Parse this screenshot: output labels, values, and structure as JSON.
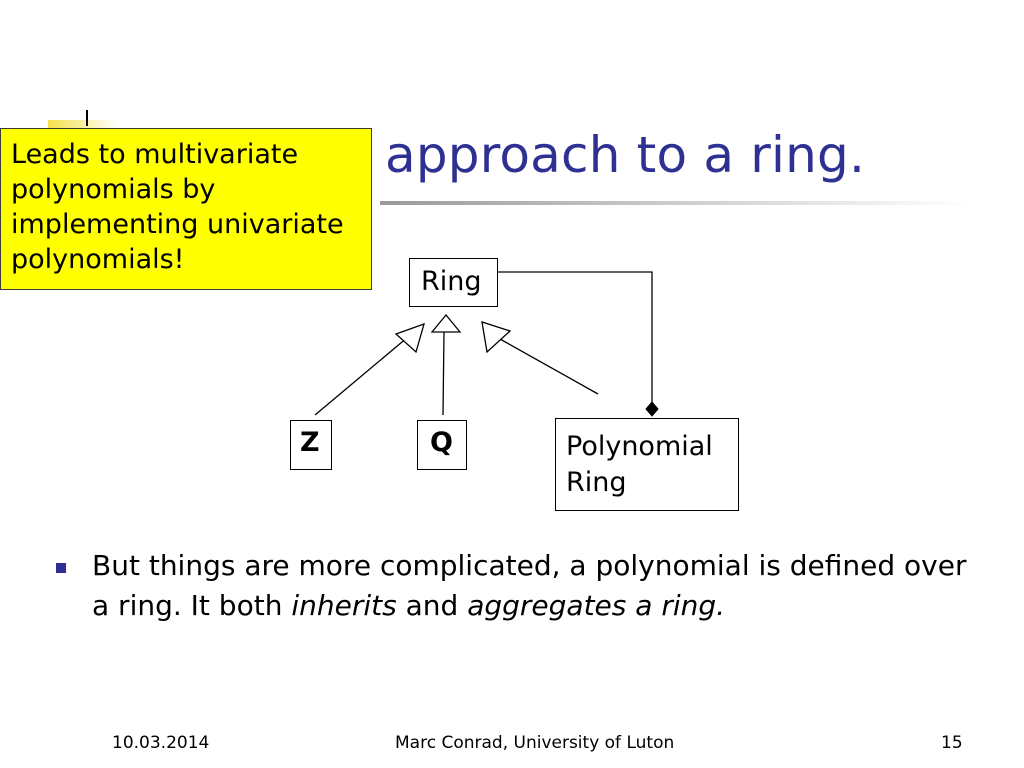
{
  "slide": {
    "title": "approach to a ring.",
    "callout": {
      "lines": [
        "Leads to multivariate",
        "polynomials by",
        "implementing univariate",
        "polynomials!"
      ]
    },
    "diagram": {
      "ring": "Ring",
      "z": "Z",
      "q": "Q",
      "polynomial_ring_line1": "Polynomial",
      "polynomial_ring_line2": "Ring"
    },
    "bullet": {
      "part1": "But things are more complicated, a polynomial is defined over a ring. It both ",
      "inherits": "inherits",
      "part2": " and ",
      "aggregates": "aggregates a ring."
    },
    "footer": {
      "date": "10.03.2014",
      "author": "Marc Conrad, University of Luton",
      "page": "15"
    }
  },
  "colors": {
    "title": "#2e3192",
    "callout_bg": "#ffff00",
    "bullet": "#2e3192"
  }
}
